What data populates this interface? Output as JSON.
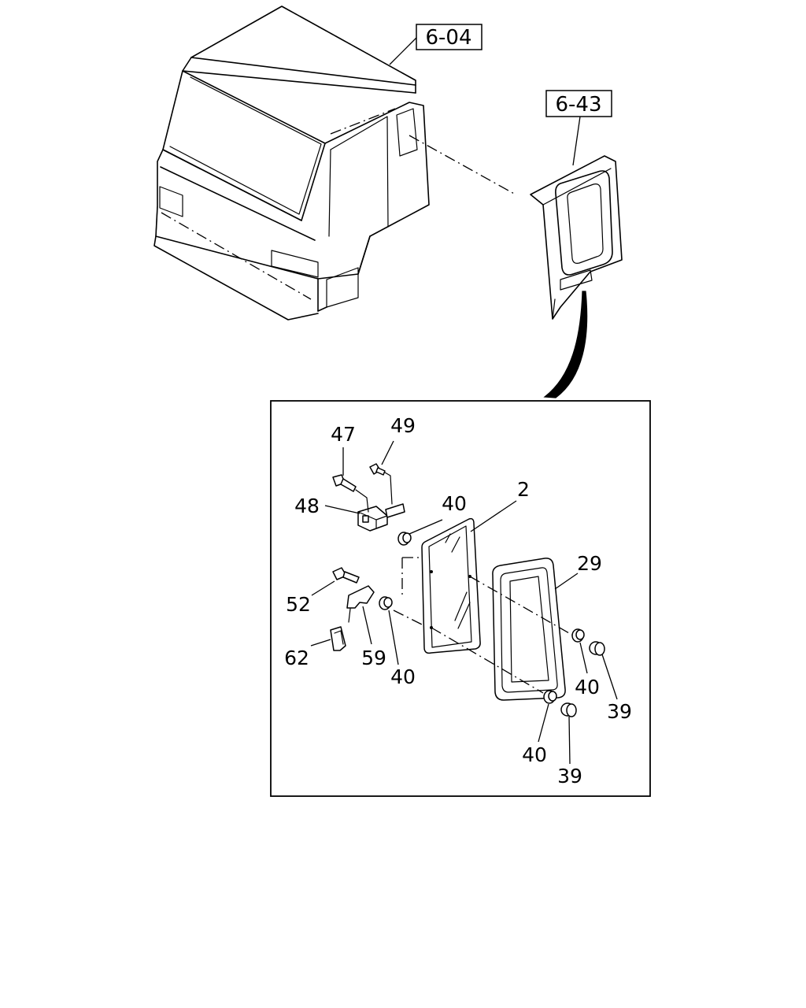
{
  "references": [
    {
      "id": "ref-6-04",
      "text": "6-04"
    },
    {
      "id": "ref-6-43",
      "text": "6-43"
    }
  ],
  "callouts": {
    "c47": "47",
    "c49": "49",
    "c48": "48",
    "c40a": "40",
    "c2": "2",
    "c29": "29",
    "c52": "52",
    "c62": "62",
    "c59": "59",
    "c40b": "40",
    "c40c": "40",
    "c39a": "39",
    "c40d": "40",
    "c39b": "39"
  },
  "icons": [
    "truck-cab-outline",
    "rear-side-panel",
    "window-glass",
    "window-seal",
    "bolt",
    "clip",
    "grommet",
    "cap"
  ]
}
